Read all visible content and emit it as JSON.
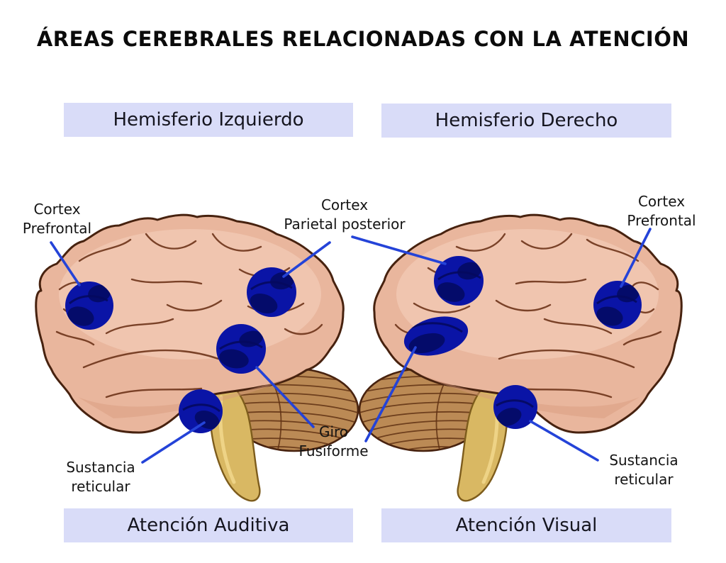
{
  "title": "ÁREAS CEREBRALES RELACIONADAS CON LA ATENCIÓN",
  "header_boxes": [
    {
      "id": "hemisferio-izquierdo",
      "label": "Hemisferio Izquierdo"
    },
    {
      "id": "hemisferio-derecho",
      "label": "Hemisferio Derecho"
    }
  ],
  "footer_boxes": [
    {
      "id": "atencion-auditiva",
      "label": "Atención Auditiva"
    },
    {
      "id": "atencion-visual",
      "label": "Atención Visual"
    }
  ],
  "region_labels": [
    {
      "id": "cortex-prefrontal-left",
      "line1": "Cortex",
      "line2": "Prefrontal"
    },
    {
      "id": "cortex-parietal-posterior",
      "line1": "Cortex",
      "line2": "Parietal posterior"
    },
    {
      "id": "cortex-prefrontal-right",
      "line1": "Cortex",
      "line2": "Prefrontal"
    },
    {
      "id": "sustancia-reticular-left",
      "line1": "Sustancia",
      "line2": "reticular"
    },
    {
      "id": "giro-fusiforme",
      "line1": "Giro",
      "line2": "Fusiforme"
    },
    {
      "id": "sustancia-reticular-right",
      "line1": "Sustancia",
      "line2": "reticular"
    }
  ],
  "colors": {
    "accent-line": "#2443d8",
    "region-blue": "#0a14a6",
    "region-dark": "#04095f",
    "box-bg": "#d9dcf8",
    "text": "#141414",
    "brain-base": "#e9b69d",
    "brain-light": "#f5d2bd",
    "brain-shadow": "#d89a7d",
    "brain-outline": "#47220f",
    "sulcus": "#6d3319",
    "cerebellum": "#bb8a55",
    "cerebellum-line": "#5f3013",
    "stem": "#d9b863",
    "stem-edge": "#7d5c1c",
    "background": "#ffffff"
  }
}
